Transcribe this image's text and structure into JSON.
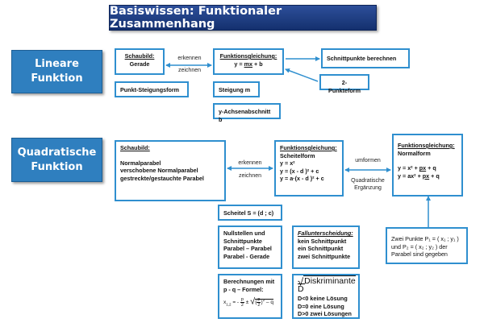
{
  "title": "Basiswissen: Funktionaler Zusammenhang",
  "linear": {
    "topic": [
      "Lineare",
      "Funktion"
    ],
    "schaubild_title": "Schaubild:",
    "schaubild_text": "Gerade",
    "erkennen": "erkennen",
    "zeichnen": "zeichnen",
    "gleichung_title": "Funktionsgleichung:",
    "gleichung_parts": [
      "y = ",
      "mx",
      " + b"
    ],
    "punkt_steigungsform": "Punkt-Steigungsform",
    "steigung": "Steigung m",
    "y_achsenabschnitt": "y-Achsenabschnitt b",
    "schnittpunkte": "Schnittpunkte berechnen",
    "zwei_punkteform": "2- Punkteform"
  },
  "quadratic": {
    "topic": [
      "Quadratische",
      "Funktion"
    ],
    "schaubild_title": "Schaubild:",
    "schaubild_lines": [
      "Normalparabel",
      "verschobene Normalparabel",
      "gestreckte/gestauchte Parabel"
    ],
    "erkennen": "erkennen",
    "zeichnen": "zeichnen",
    "scheitel_title": "Funktionsgleichung:",
    "scheitel_subtitle": "Scheitelform",
    "scheitel_lines": [
      "y = x²",
      "y = (x - d )² + c",
      "y = a·(x - d )² + c"
    ],
    "umformen": "umformen",
    "quad_erg": [
      "Quadratische",
      "Ergänzung"
    ],
    "normal_title": "Funktionsgleichung:",
    "normal_subtitle": "Normalform",
    "normal_line1_parts": [
      "y = x² + ",
      "px",
      " + q"
    ],
    "normal_line2_parts": [
      "y = ax² + ",
      "px",
      " + q"
    ],
    "scheitel_point": "Scheitel S = (d ; c)",
    "nullstellen_lines": [
      "Nullstellen und",
      "Schnittpunkte",
      "Parabel – Parabel",
      "Parabel - Gerade"
    ],
    "fall_title": "Fallunterscheidung:",
    "fall_lines": [
      "kein Schnittpunkt",
      "ein Schnittpunkt",
      "zwei Schnittpunkte"
    ],
    "pq_lines": [
      "Berechnungen mit",
      "p - q – Formel:"
    ],
    "pq_formula": {
      "x": "x",
      "sub": "1,2",
      "eq": " = -",
      "p": "p",
      "two": "2",
      "pm": " ± ",
      "sq": "2",
      "tail": " – q"
    },
    "diskriminante": "Diskriminante D",
    "diskr_lines": [
      "D<0 keine Lösung",
      "D=0 eine Lösung",
      "D>0 zwei Lösungen"
    ],
    "zwei_punkte_lines": [
      "Zwei Punkte P₁ = ( x₁ ; y₁ )",
      "und   P₂ = ( x₂ ; y₂ ) der",
      "Parabel sind gegeben"
    ]
  },
  "colors": {
    "banner": "#1e3d80",
    "topic": "#2f7fbf",
    "box_border": "#2f8fcf",
    "arrow": "#2f8fcf"
  }
}
